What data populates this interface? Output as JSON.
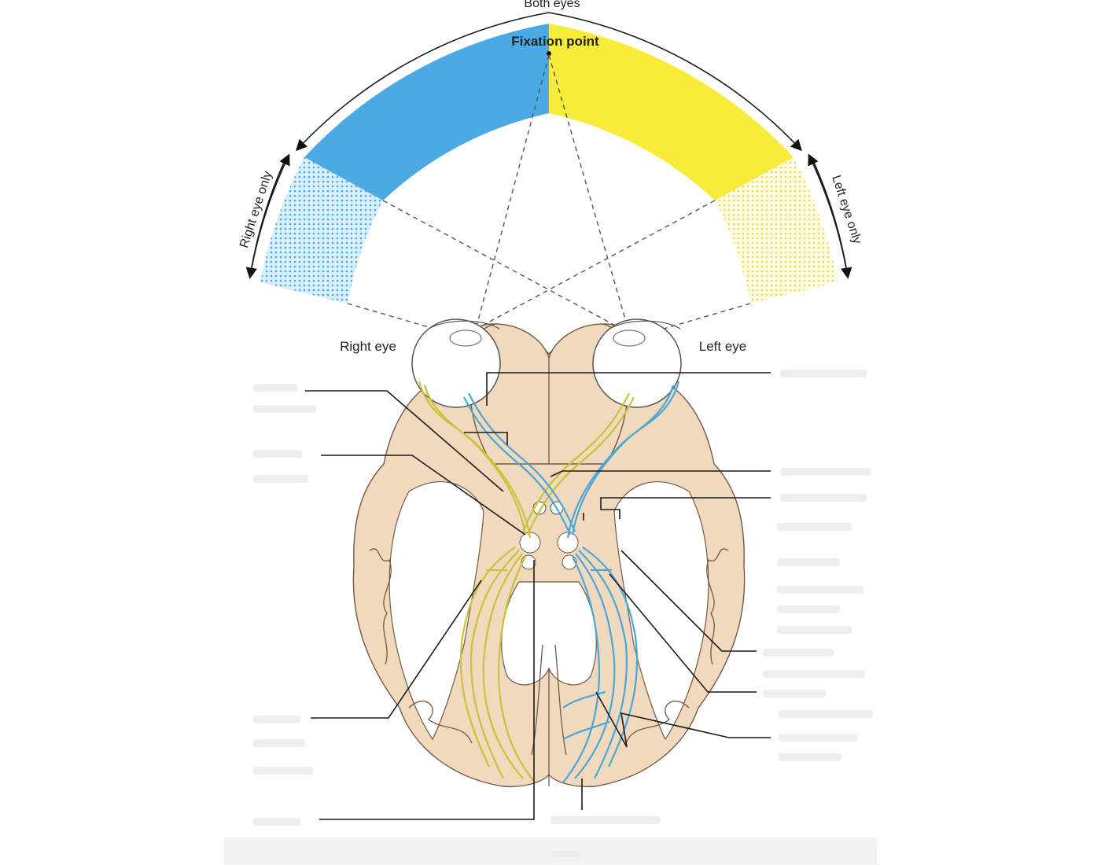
{
  "labels": {
    "top_arc": "Both eyes",
    "fixation": "Fixation point",
    "right_only": "Right eye only",
    "left_only": "Left eye only",
    "right_eye": "Right eye",
    "left_eye": "Left eye"
  },
  "colors": {
    "right_field": "#4ba9e6",
    "left_field": "#f7ec3a",
    "right_tract": "#4aa7d8",
    "left_tract": "#c9c23a",
    "brain": "#f1d9bd"
  }
}
